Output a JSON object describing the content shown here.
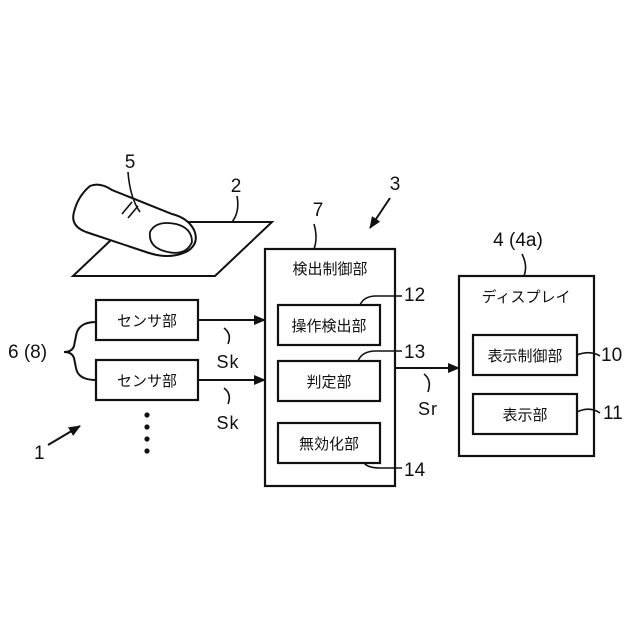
{
  "labels": {
    "system_ref": "1",
    "panel_ref": "2",
    "device_ref": "3",
    "display_ref": "4 (4a)",
    "finger_ref": "5",
    "sensors_ref": "6 (8)",
    "controller_ref": "7",
    "display_ctrl_ref": "10",
    "display_unit_ref": "11",
    "op_detect_ref": "12",
    "judge_ref": "13",
    "disable_ref": "14"
  },
  "blocks": {
    "sensor_1": "センサ部",
    "sensor_2": "センサ部",
    "controller": "検出制御部",
    "op_detect": "操作検出部",
    "judge": "判定部",
    "disable": "無効化部",
    "display": "ディスプレイ",
    "display_ctrl": "表示制御部",
    "display_unit": "表示部"
  },
  "signals": {
    "sk_1": "Sk",
    "sk_2": "Sk",
    "sr": "Sr"
  }
}
